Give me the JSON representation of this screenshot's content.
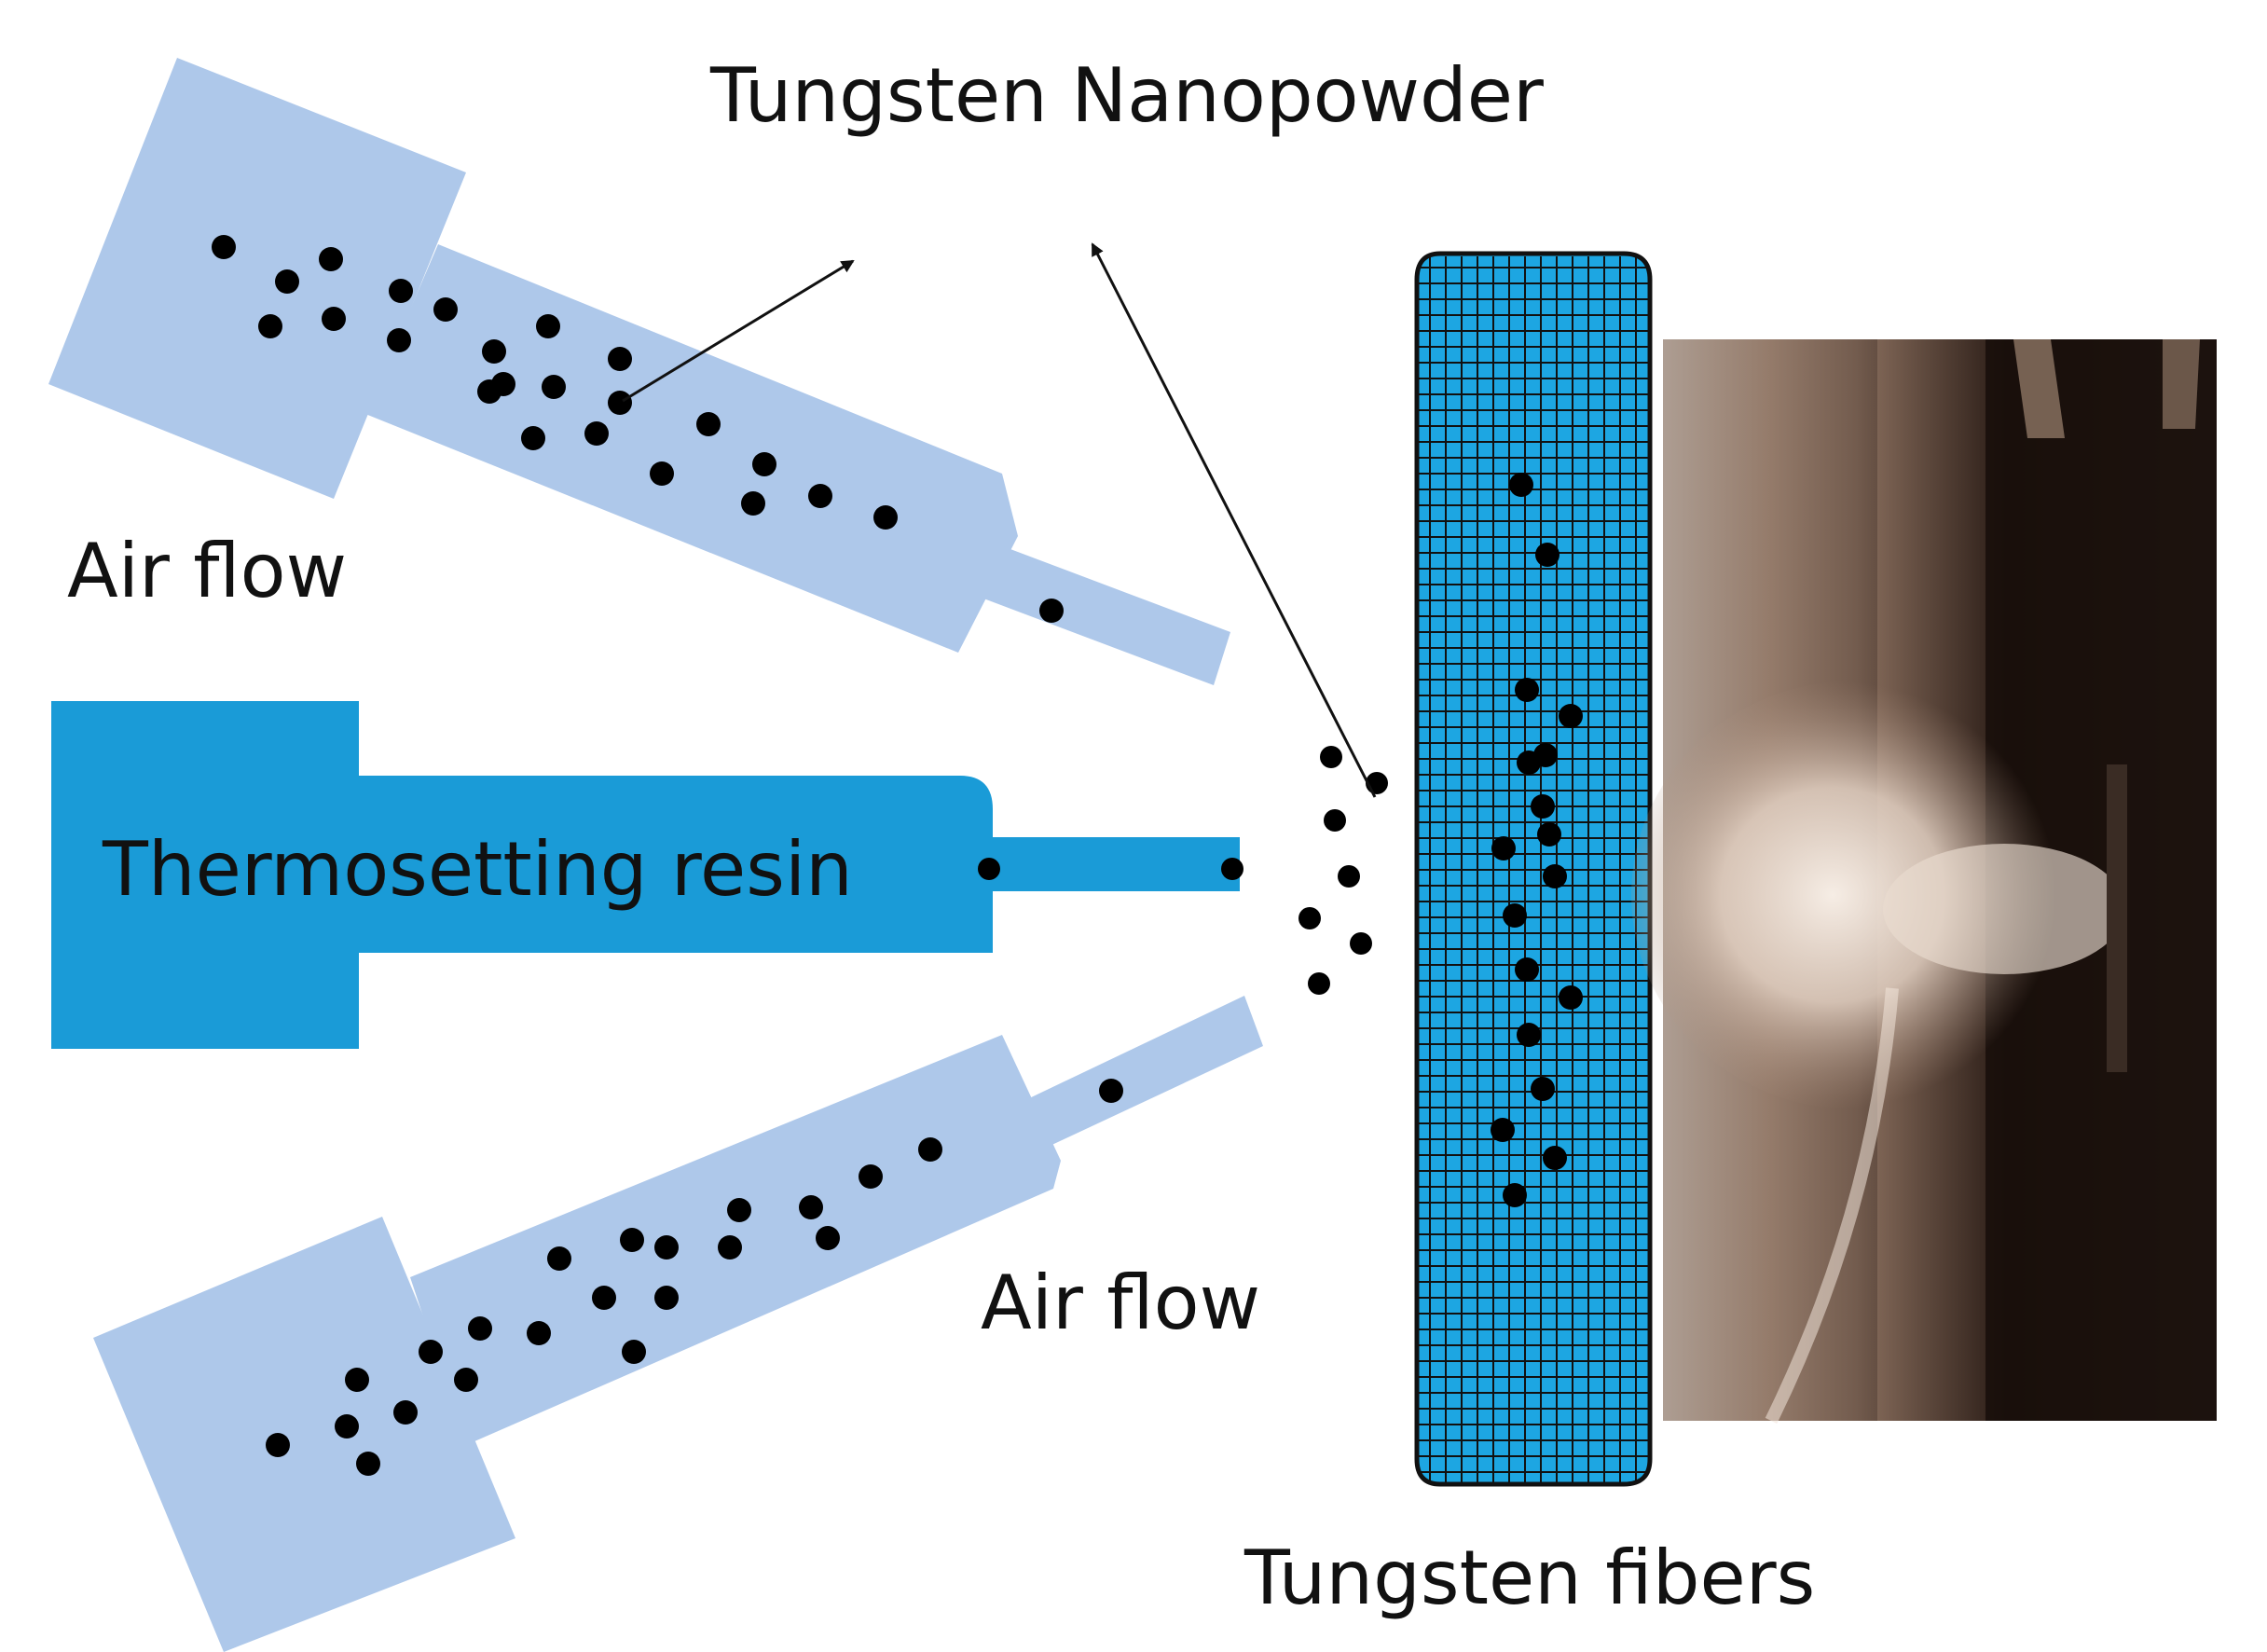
{
  "labels": {
    "top_annotation": "Tungsten Nanopowder",
    "upper_nozzle": "Air flow",
    "middle_nozzle": "Thermosetting resin",
    "lower_nozzle": "Air flow",
    "fibers": "Tungsten fibers"
  },
  "colors": {
    "air_nozzle": "#AEC8EA",
    "resin_nozzle": "#1A9BD7",
    "fiber_fill": "#1DA6E2",
    "particle": "#000000",
    "grid_line": "#111111"
  },
  "photo": {
    "description_icon": "spray-photo",
    "palette": [
      "#2b1d16",
      "#6f5546",
      "#c9b3a3",
      "#f2e6dc"
    ]
  }
}
